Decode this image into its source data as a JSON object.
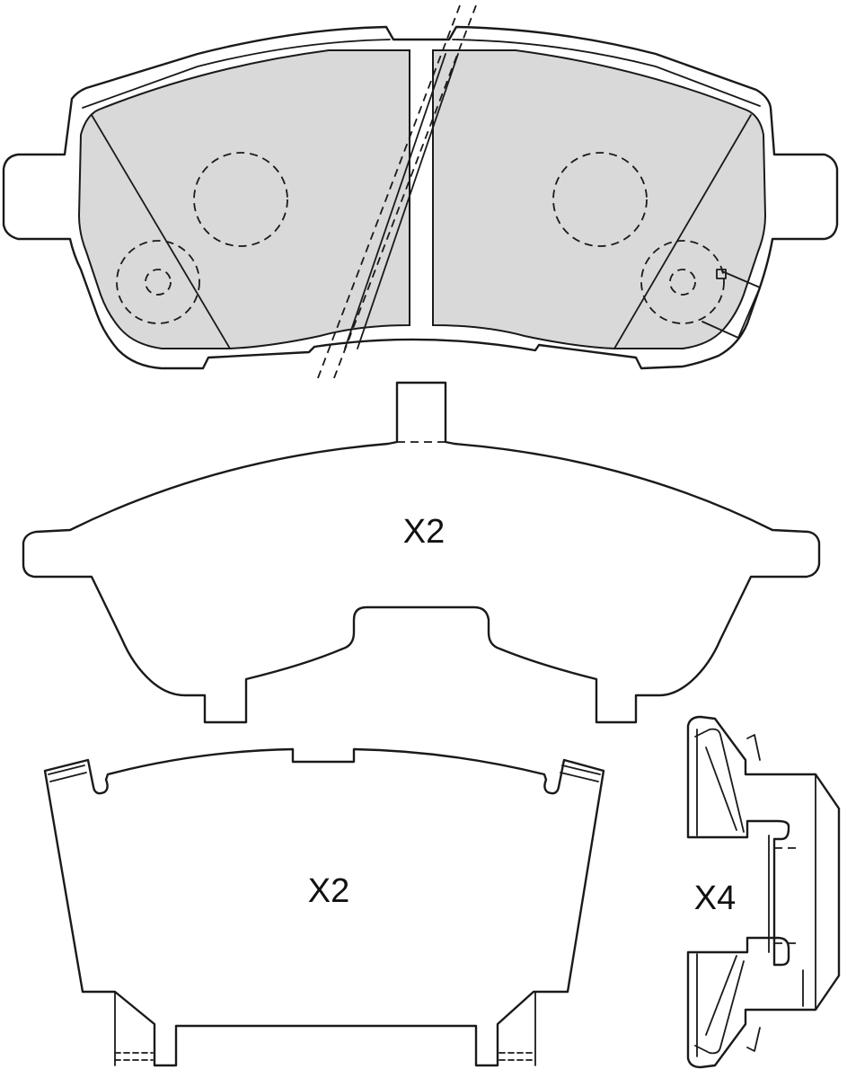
{
  "labels": {
    "shim_quantity": "X2",
    "plate_quantity": "X2",
    "clip_quantity": "X4"
  },
  "colors": {
    "line": "#1a1a1a",
    "friction_material": "#d9d9d9",
    "background": "#ffffff"
  }
}
